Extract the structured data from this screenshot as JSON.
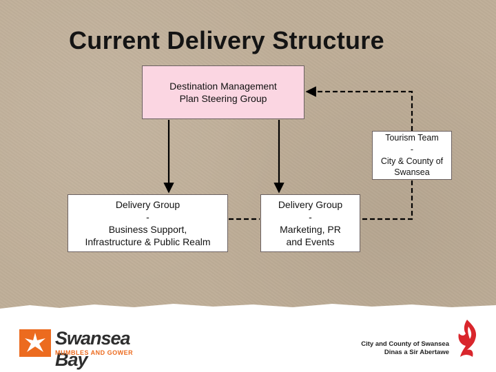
{
  "title": "Current Delivery Structure",
  "boxes": {
    "steering": {
      "line1": "Destination Management",
      "line2": "Plan Steering Group"
    },
    "tourism": {
      "line1": "Tourism Team",
      "line2": "-",
      "line3": "City & County of",
      "line4": "Swansea"
    },
    "delivery_left": {
      "line1": "Delivery Group",
      "line2": "-",
      "line3": "Business Support,",
      "line4": "Infrastructure & Public Realm"
    },
    "delivery_right": {
      "line1": "Delivery Group",
      "line2": "-",
      "line3": "Marketing, PR",
      "line4": "and Events"
    }
  },
  "logos": {
    "swansea_bay": {
      "word": "Swansea Bay",
      "sub": "MUMBLES AND GOWER"
    },
    "council": {
      "line1": "City and County of Swansea",
      "line2": "Dinas a Sir Abertawe"
    }
  },
  "colors": {
    "steering_fill": "#fbd6e2",
    "background": "#bfae98",
    "brand_orange": "#ec6b1f",
    "brand_red": "#d9262c"
  }
}
